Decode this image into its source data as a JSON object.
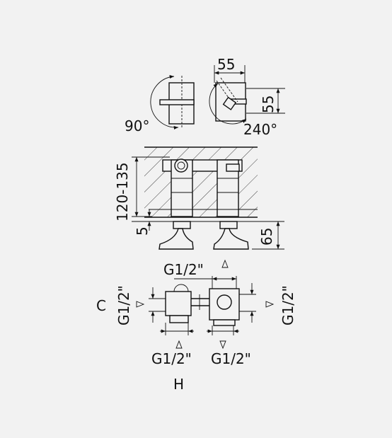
{
  "colors": {
    "background": "#f2f2f2",
    "ink": "#111111"
  },
  "rotation": {
    "left": "90°",
    "right": "240°"
  },
  "handle_dims": {
    "width": "55",
    "height": "55"
  },
  "elevation_dims": {
    "height_range": "120-135",
    "base_offset": "5",
    "spout_height": "65"
  },
  "plan": {
    "top_connection": "G1/2\"",
    "left_connection": "G1/2\"",
    "right_connection": "G1/2\"",
    "bottom_left_connection": "G1/2\"",
    "bottom_right_connection": "G1/2\"",
    "cold_label": "C",
    "hot_label": "H"
  }
}
